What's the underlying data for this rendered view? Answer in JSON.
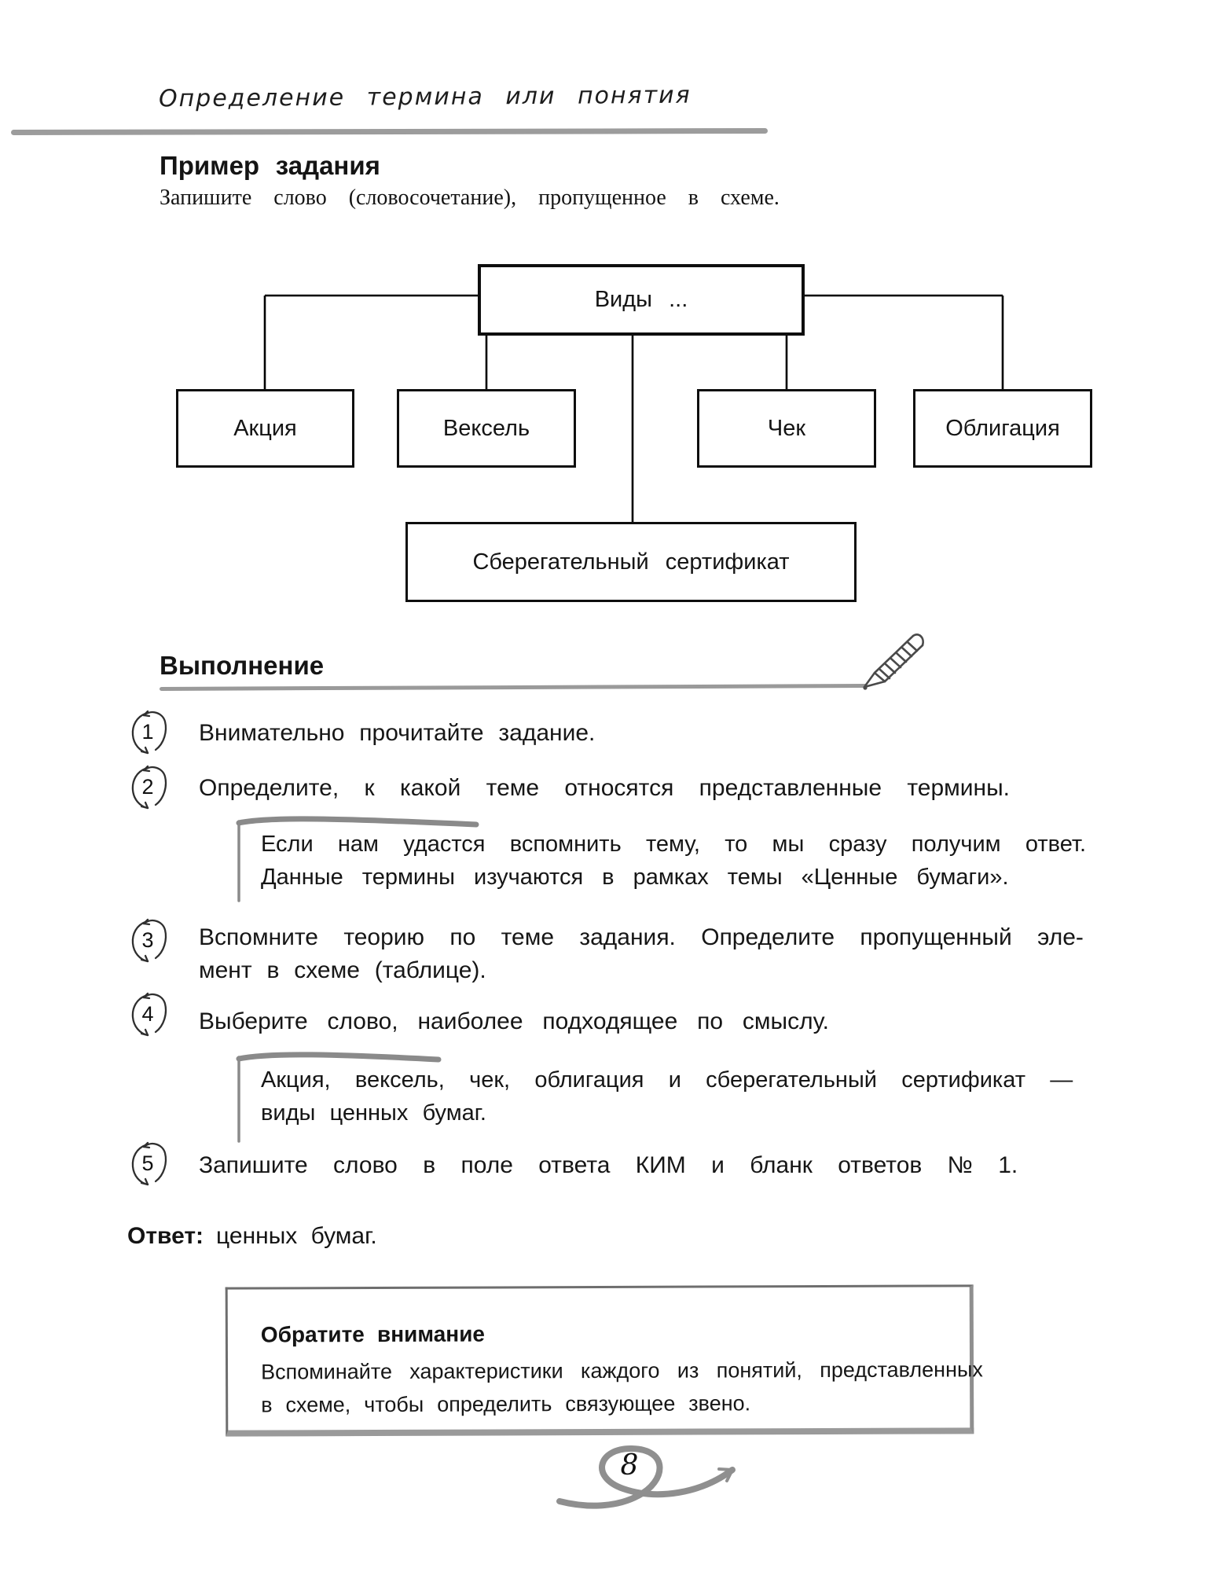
{
  "page": {
    "header": "Определение термина или понятия",
    "page_number": "8"
  },
  "example": {
    "title": "Пример задания",
    "task": "Запишите слово (словосочетание), пропущенное в схеме."
  },
  "diagram": {
    "root": "Виды ...",
    "children": [
      "Акция",
      "Вексель",
      "Чек",
      "Облигация"
    ],
    "bottom": "Сберегательный сертификат"
  },
  "execution": {
    "title": "Выполнение",
    "steps": [
      {
        "num": "1",
        "lines": [
          "Внимательно прочитайте задание."
        ]
      },
      {
        "num": "2",
        "lines": [
          "Определите, к какой теме относятся представленные термины."
        ]
      },
      {
        "num": "3",
        "lines": [
          "Вспомните теорию по теме задания. Определите пропущенный эле-",
          "мент в схеме (таблице)."
        ]
      },
      {
        "num": "4",
        "lines": [
          "Выберите слово, наиболее подходящее по смыслу."
        ]
      },
      {
        "num": "5",
        "lines": [
          "Запишите слово в поле ответа КИМ и бланк ответов № 1."
        ]
      }
    ],
    "notes": [
      {
        "lines": [
          "Если нам удастся вспомнить тему, то мы сразу получим ответ.",
          "Данные термины изучаются в рамках темы «Ценные бумаги»."
        ]
      },
      {
        "lines": [
          "Акция, вексель, чек, облигация и сберегательный сертификат —",
          "виды ценных бумаг."
        ]
      }
    ]
  },
  "answer": {
    "label": "Ответ:",
    "text": "ценных бумаг."
  },
  "callout": {
    "title": "Обратите внимание",
    "lines": [
      "Вспоминайте характеристики каждого из понятий, представленных",
      "в схеме, чтобы определить связующее звено."
    ]
  },
  "colors": {
    "accent_gray": "#9a9a9a",
    "ink": "#141414"
  }
}
